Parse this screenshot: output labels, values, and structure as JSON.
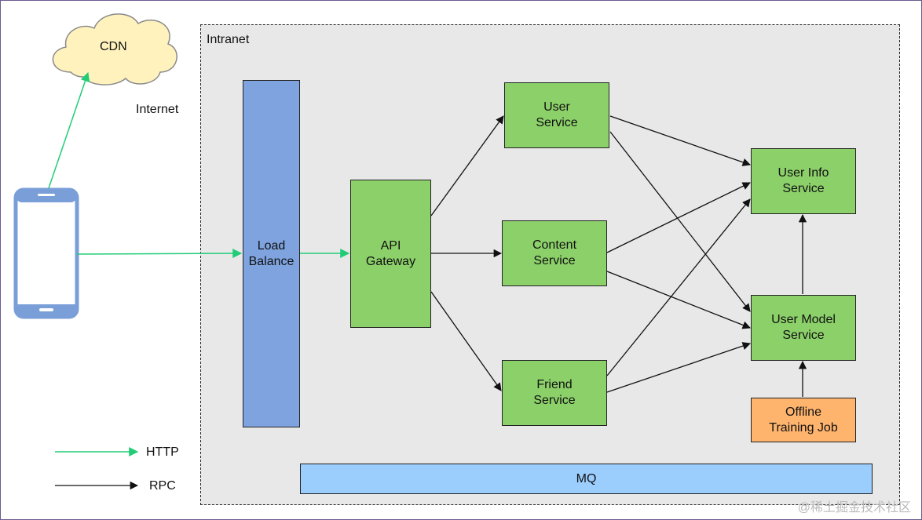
{
  "diagram": {
    "intranet_label": "Intranet",
    "internet_label": "Internet",
    "cdn_label": "CDN",
    "nodes": {
      "load_balance": "Load\nBalance",
      "api_gateway": "API\nGateway",
      "user_service": "User\nService",
      "content_service": "Content\nService",
      "friend_service": "Friend\nService",
      "user_info_service": "User Info\nService",
      "user_model_service": "User Model\nService",
      "offline_training_job": "Offline\nTraining Job",
      "mq": "MQ"
    },
    "legend": {
      "http": "HTTP",
      "rpc": "RPC"
    },
    "colors": {
      "http_arrow": "#22cc77",
      "rpc_arrow": "#111111",
      "service_fill": "#8cd06a",
      "load_balance_fill": "#7ea3df",
      "offline_job_fill": "#ffb46e",
      "mq_fill": "#9bcdfd",
      "cdn_fill": "#fff2bd",
      "phone_outline": "#7a9fd8"
    }
  },
  "watermark": "@稀土掘金技术社区"
}
